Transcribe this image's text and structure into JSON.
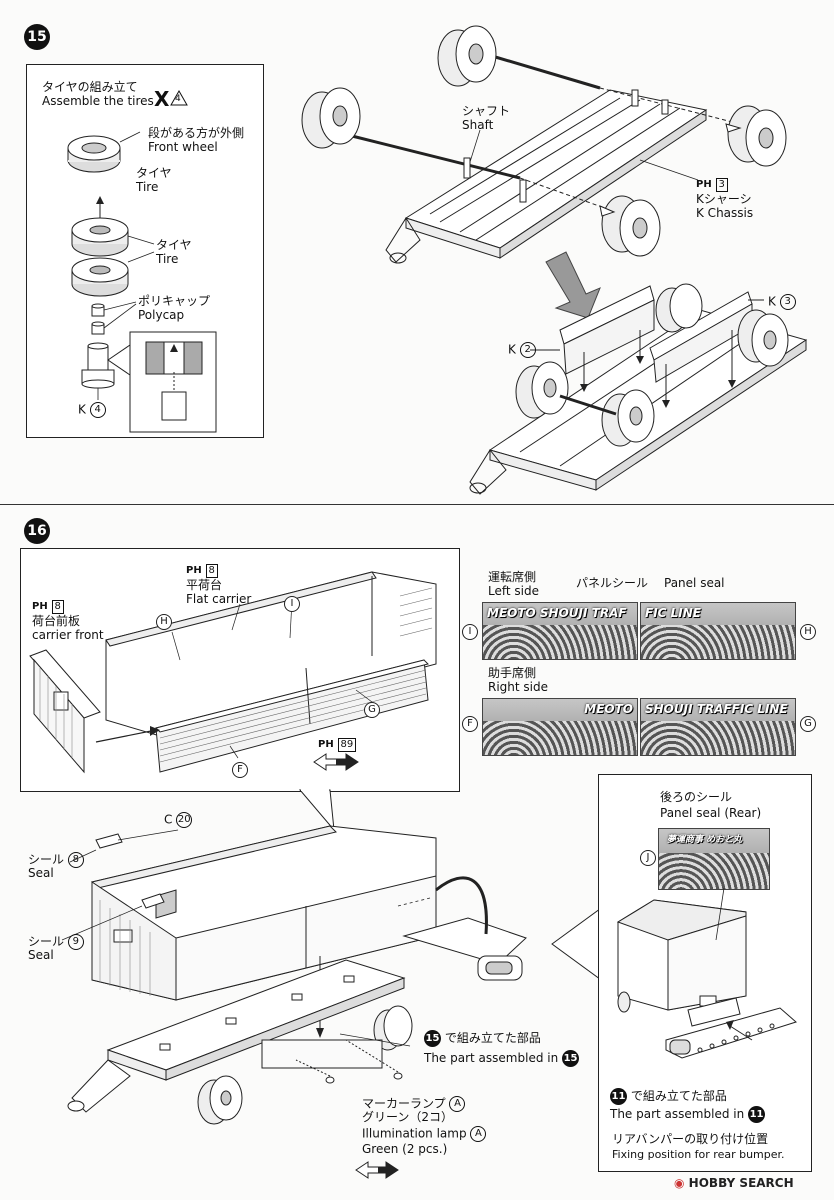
{
  "step15": {
    "number": "15",
    "tire_box": {
      "title_jp": "タイヤの組み立て",
      "title_en": "Assemble the tires",
      "quantity_mark": "X",
      "quantity_num": "4",
      "step_jp": "段がある方が外側",
      "step_en": "Front wheel",
      "tire1_jp": "タイヤ",
      "tire1_en": "Tire",
      "tire2_jp": "タイヤ",
      "tire2_en": "Tire",
      "polycap_jp": "ポリキャップ",
      "polycap_en": "Polycap",
      "part_letter": "K",
      "part_num": "4"
    },
    "shaft_jp": "シャフト",
    "shaft_en": "Shaft",
    "chassis_badge": "PH",
    "chassis_badge_num": "3",
    "chassis_jp": "Kシャーシ",
    "chassis_en": "K Chassis",
    "k2_letter": "K",
    "k2_num": "2",
    "k3_letter": "K",
    "k3_num": "3"
  },
  "step16": {
    "number": "16",
    "flat_carrier_badge": "PH",
    "flat_carrier_badge_num": "8",
    "flat_carrier_jp": "平荷台",
    "flat_carrier_en": "Flat carrier",
    "carrier_front_badge": "PH",
    "carrier_front_badge_num": "8",
    "carrier_front_jp": "荷台前板",
    "carrier_front_en": "carrier front",
    "ref_badge": "PH",
    "ref_badge_num": "89",
    "label_I": "I",
    "label_H": "H",
    "label_G": "G",
    "label_F": "F",
    "panel_seal": {
      "left_jp": "運転席側",
      "left_en": "Left side",
      "panel_jp": "パネルシール",
      "panel_en": "Panel seal",
      "right_jp": "助手席側",
      "right_en": "Right side",
      "sticker_I_text": "MEOTO SHOUJI TRAF",
      "sticker_H_text": "FIC LINE",
      "sticker_F_text": "MEOTO",
      "sticker_G_text": "SHOUJI TRAFFIC LINE"
    },
    "c20_letter": "C",
    "c20_num": "20",
    "seal8_jp": "シール",
    "seal8_en": "Seal",
    "seal8_num": "8",
    "seal9_jp": "シール",
    "seal9_en": "Seal",
    "seal9_num": "9",
    "assembled15_num": "15",
    "assembled15_jp": "で組み立てた部品",
    "assembled15_en": "The part assembled in",
    "marker_jp": "マーカーランプ",
    "marker_circ": "A",
    "marker_jp2": "グリーン（2コ）",
    "marker_en": "Illumination lamp",
    "marker_en_circ": "A",
    "marker_en2": "Green (2 pcs.)",
    "rear_seal_jp": "後ろのシール",
    "rear_seal_en": "Panel seal (Rear)",
    "rear_label": "J",
    "rear_sticker_text": "夢運商事 めおと丸",
    "assembled11_num": "11",
    "assembled11_jp": "で組み立てた部品",
    "assembled11_en": "The part assembled in",
    "rear_bumper_jp": "リアバンパーの取り付け位置",
    "rear_bumper_en": "Fixing position for rear bumper."
  },
  "watermark": "HOBBY SEARCH"
}
